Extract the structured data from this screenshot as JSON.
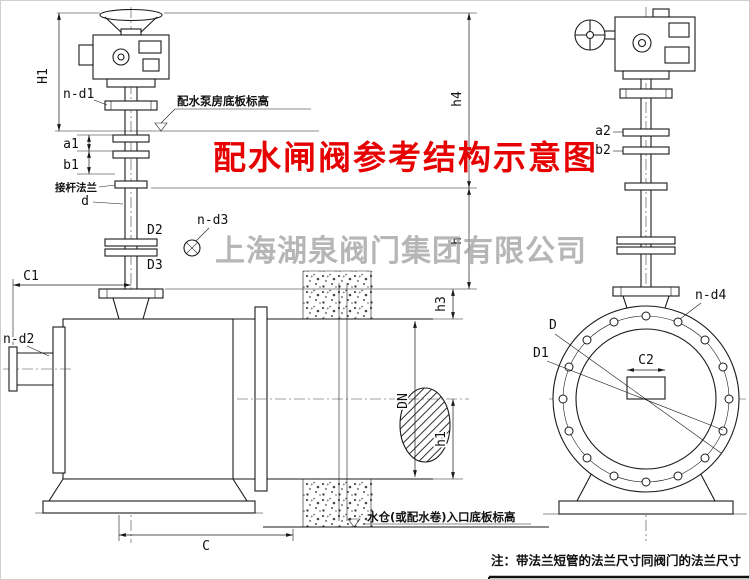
{
  "title": "配水闸阀参考结构示意图",
  "watermark": "上海湖泉阀门集团有限公司",
  "note": "注：带法兰短管的法兰尺寸同阀门的法兰尺寸",
  "annotations": {
    "pump_floor_elevation": "配水泵房底板标高",
    "stem_flange": "接杆法兰",
    "inlet_floor_elevation": "水仓(或配水卷)入口底板标高"
  },
  "dims": {
    "H1": "H1",
    "n_d1": "n-d1",
    "a1": "a1",
    "b1": "b1",
    "d": "d",
    "D2": "D2",
    "D3": "D3",
    "n_d3": "n-d3",
    "C1": "C1",
    "n_d2": "n-d2",
    "C": "C",
    "DN": "DN",
    "h4": "h4",
    "h": "h",
    "h3": "h3",
    "h1": "h1",
    "a2": "a2",
    "b2": "b2",
    "n_d4": "n-d4",
    "D": "D",
    "D1": "D1",
    "C2": "C2"
  },
  "colors": {
    "title": "#e60000",
    "watermark": "#9b9b9b",
    "line": "#1a1a1a",
    "background": "#ffffff"
  }
}
